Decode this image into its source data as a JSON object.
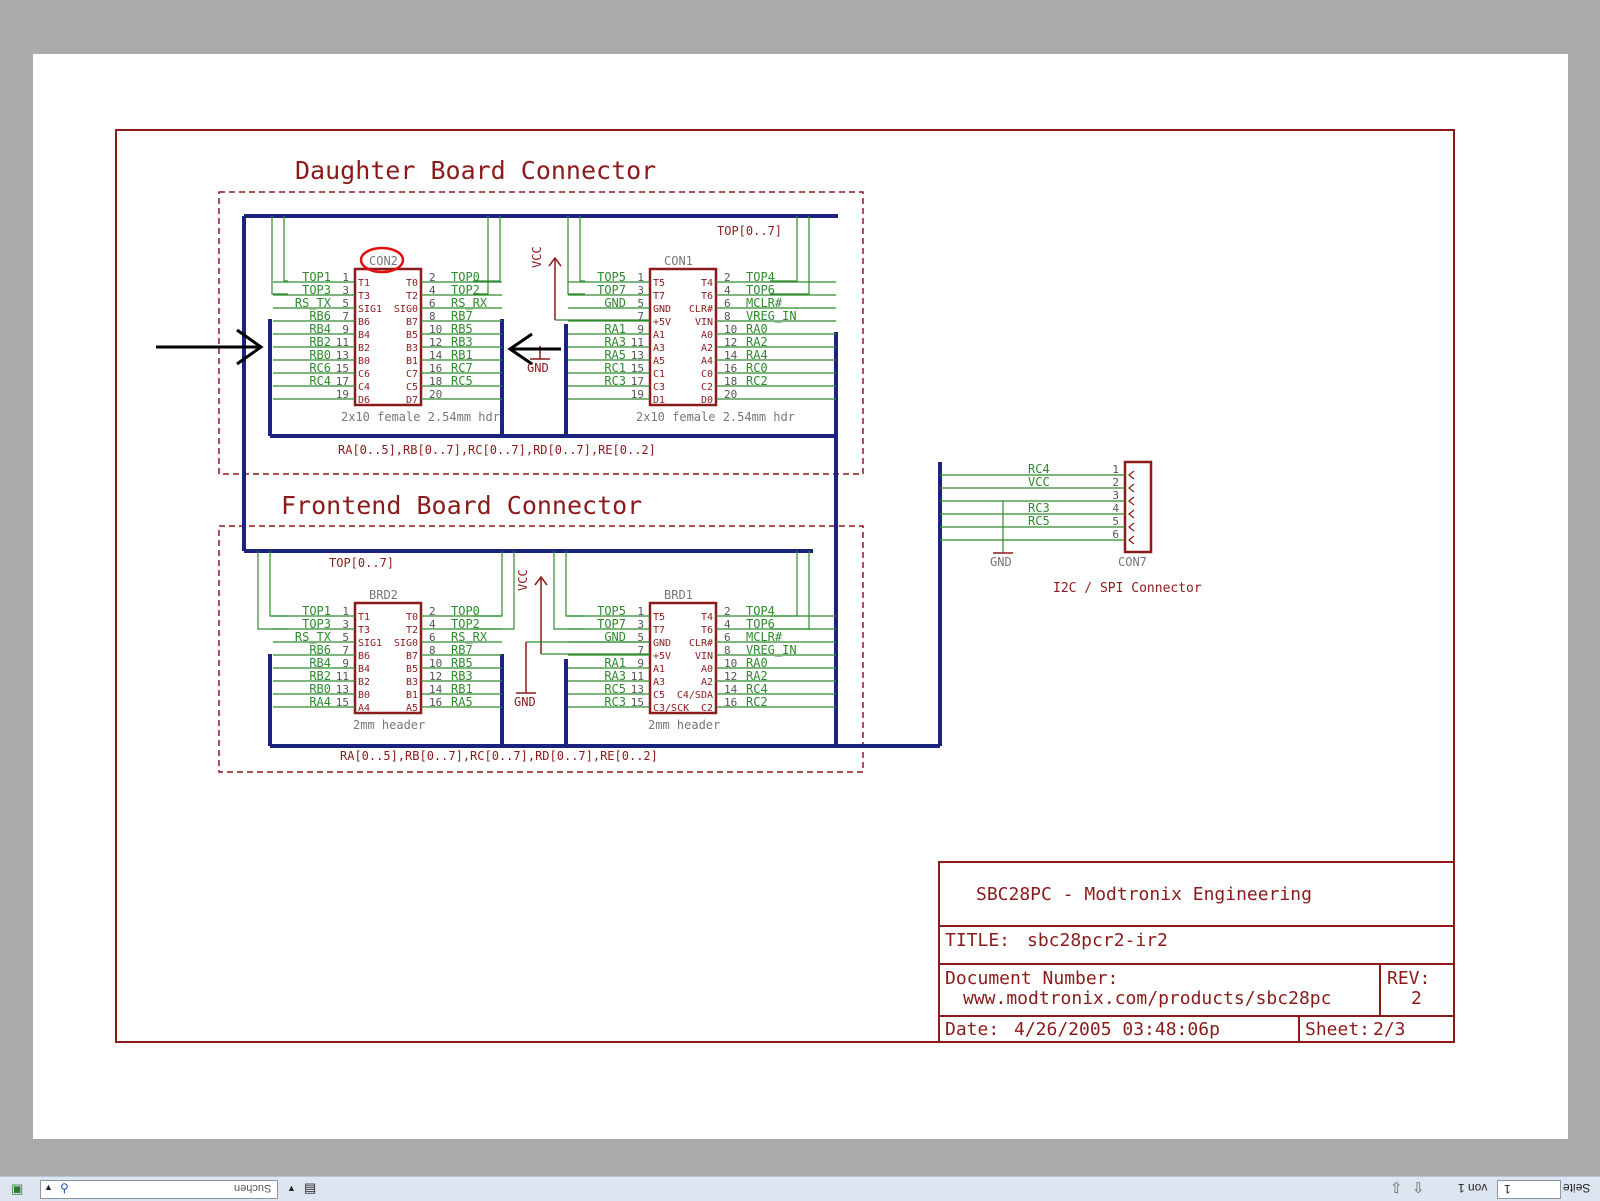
{
  "sheet": {
    "section_daughter": "Daughter Board Connector",
    "section_frontend": "Frontend Board Connector",
    "con2": {
      "name": "CON2",
      "footprint": "2x10 female 2.54mm hdr",
      "left_labels": [
        "TOP1",
        "TOP3",
        "RS_TX",
        "RB6",
        "RB4",
        "RB2",
        "RB0",
        "RC6",
        "RC4",
        ""
      ],
      "left_nums": [
        "1",
        "3",
        "5",
        "7",
        "9",
        "11",
        "13",
        "15",
        "17",
        "19"
      ],
      "left_pins": [
        "T1",
        "T3",
        "SIG1",
        "B6",
        "B4",
        "B2",
        "B0",
        "C6",
        "C4",
        "D6"
      ],
      "right_pins": [
        "T0",
        "T2",
        "SIG0",
        "B7",
        "B5",
        "B3",
        "B1",
        "C7",
        "C5",
        "D7"
      ],
      "right_nums": [
        "2",
        "4",
        "6",
        "8",
        "10",
        "12",
        "14",
        "16",
        "18",
        "20"
      ],
      "right_labels": [
        "TOP0",
        "TOP2",
        "RS_RX",
        "RB7",
        "RB5",
        "RB3",
        "RB1",
        "RC7",
        "RC5",
        ""
      ]
    },
    "con1": {
      "name": "CON1",
      "footprint": "2x10 female 2.54mm hdr",
      "left_labels": [
        "TOP5",
        "TOP7",
        "GND",
        "",
        "RA1",
        "RA3",
        "RA5",
        "RC1",
        "RC3",
        ""
      ],
      "left_nums": [
        "1",
        "3",
        "5",
        "7",
        "9",
        "11",
        "13",
        "15",
        "17",
        "19"
      ],
      "left_pins": [
        "T5",
        "T7",
        "GND",
        "+5V",
        "A1",
        "A3",
        "A5",
        "C1",
        "C3",
        "D1"
      ],
      "right_pins": [
        "T4",
        "T6",
        "CLR#",
        "VIN",
        "A0",
        "A2",
        "A4",
        "C0",
        "C2",
        "D0"
      ],
      "right_nums": [
        "2",
        "4",
        "6",
        "8",
        "10",
        "12",
        "14",
        "16",
        "18",
        "20"
      ],
      "right_labels": [
        "TOP4",
        "TOP6",
        "MCLR#",
        "VREG_IN",
        "RA0",
        "RA2",
        "RA4",
        "RC0",
        "RC2",
        ""
      ]
    },
    "brd2": {
      "name": "BRD2",
      "footprint": "2mm header",
      "left_labels": [
        "TOP1",
        "TOP3",
        "RS_TX",
        "RB6",
        "RB4",
        "RB2",
        "RB0",
        "RA4"
      ],
      "left_nums": [
        "1",
        "3",
        "5",
        "7",
        "9",
        "11",
        "13",
        "15"
      ],
      "left_pins": [
        "T1",
        "T3",
        "SIG1",
        "B6",
        "B4",
        "B2",
        "B0",
        "A4"
      ],
      "right_pins": [
        "T0",
        "T2",
        "SIG0",
        "B7",
        "B5",
        "B3",
        "B1",
        "A5"
      ],
      "right_nums": [
        "2",
        "4",
        "6",
        "8",
        "10",
        "12",
        "14",
        "16"
      ],
      "right_labels": [
        "TOP0",
        "TOP2",
        "RS_RX",
        "RB7",
        "RB5",
        "RB3",
        "RB1",
        "RA5"
      ]
    },
    "brd1": {
      "name": "BRD1",
      "footprint": "2mm header",
      "left_labels": [
        "TOP5",
        "TOP7",
        "GND",
        "",
        "RA1",
        "RA3",
        "RC5",
        "RC3"
      ],
      "left_nums": [
        "1",
        "3",
        "5",
        "7",
        "9",
        "11",
        "13",
        "15"
      ],
      "left_pins": [
        "T5",
        "T7",
        "GND",
        "+5V",
        "A1",
        "A3",
        "C5",
        "C3/SCK"
      ],
      "right_pins": [
        "T4",
        "T6",
        "CLR#",
        "VIN",
        "A0",
        "A2",
        "C4/SDA",
        "C2"
      ],
      "right_nums": [
        "2",
        "4",
        "6",
        "8",
        "10",
        "12",
        "14",
        "16"
      ],
      "right_labels": [
        "TOP4",
        "TOP6",
        "MCLR#",
        "VREG_IN",
        "RA0",
        "RA2",
        "RC4",
        "RC2"
      ]
    },
    "bus_top_upper": "TOP[0..7]",
    "bus_top_lower": "TOP[0..7]",
    "bus_ports_upper": "RA[0..5],RB[0..7],RC[0..7],RD[0..7],RE[0..2]",
    "bus_ports_lower": "RA[0..5],RB[0..7],RC[0..7],RD[0..7],RE[0..2]",
    "vcc": "VCC",
    "gnd": "GND",
    "con7": {
      "name": "CON7",
      "labels": [
        "RC4",
        "VCC",
        "",
        "RC3",
        "RC5",
        ""
      ],
      "nums": [
        "1",
        "2",
        "3",
        "4",
        "5",
        "6"
      ],
      "caption": "I2C / SPI Connector"
    },
    "title_block": {
      "company": "SBC28PC - Modtronix Engineering",
      "title_label": "TITLE:",
      "title_value": "sbc28pcr2-ir2",
      "docnum_label": "Document Number:",
      "docnum_value": "www.modtronix.com/products/sbc28pc",
      "rev_label": "REV:",
      "rev_value": "2",
      "date_label": "Date:",
      "date_value": "4/26/2005 03:48:06p",
      "sheet_label": "Sheet:",
      "sheet_value": "2/3"
    }
  },
  "statusbar": {
    "search_placeholder": "Suchen",
    "page_value": "1",
    "page_label": "Seite",
    "page_of": "von 1"
  },
  "colors": {
    "frame": "#8b1a1a",
    "wire": "#2e8b2e",
    "bus": "#1a237e",
    "text": "#8b1a1a",
    "annotation": "#e01010"
  }
}
